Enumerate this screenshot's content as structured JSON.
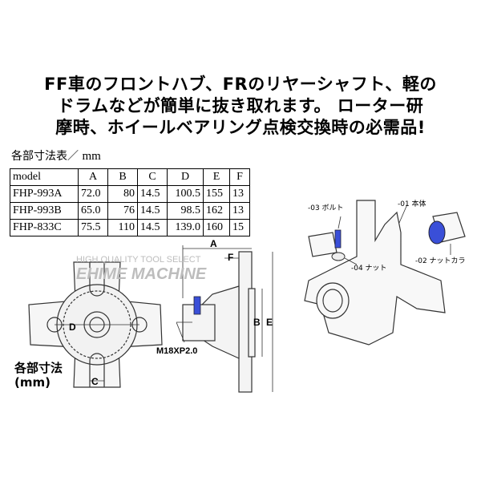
{
  "headline": {
    "lines": [
      "FF車のフロントハブ、FRのリヤーシャフト、軽の",
      "ドラムなどが簡単に抜き取れます。 ローター研",
      "摩時、ホイールベアリング点検交換時の必需品!"
    ]
  },
  "table": {
    "title": "各部寸法表／",
    "unit": "mm",
    "headers": [
      "model",
      "A",
      "B",
      "C",
      "D",
      "E",
      "F"
    ],
    "rows": [
      [
        "FHP-993A",
        "72.0",
        "80",
        "14.5",
        "100.5",
        "155",
        "13"
      ],
      [
        "FHP-993B",
        "65.0",
        "76",
        "14.5",
        "98.5",
        "162",
        "13"
      ],
      [
        "FHP-833C",
        "75.5",
        "110",
        "14.5",
        "139.0",
        "160",
        "15"
      ]
    ]
  },
  "drawing": {
    "title_line1": "各部寸法",
    "title_line2": "(mm)",
    "dims": {
      "A": "A",
      "B": "B",
      "C": "C",
      "D": "D",
      "E": "E",
      "F": "F"
    },
    "thread": "M18XP2.0"
  },
  "parts": {
    "p01": "-01 本体",
    "p02": "-02 ナットカラ",
    "p03": "-03 ボルト",
    "p04": "-04 ナット"
  },
  "watermark": {
    "line1": "HIGH QUALITY TOOL SELECT",
    "line2": "EHIME MACHINE"
  },
  "colors": {
    "bolt": "#3a4fd8"
  }
}
